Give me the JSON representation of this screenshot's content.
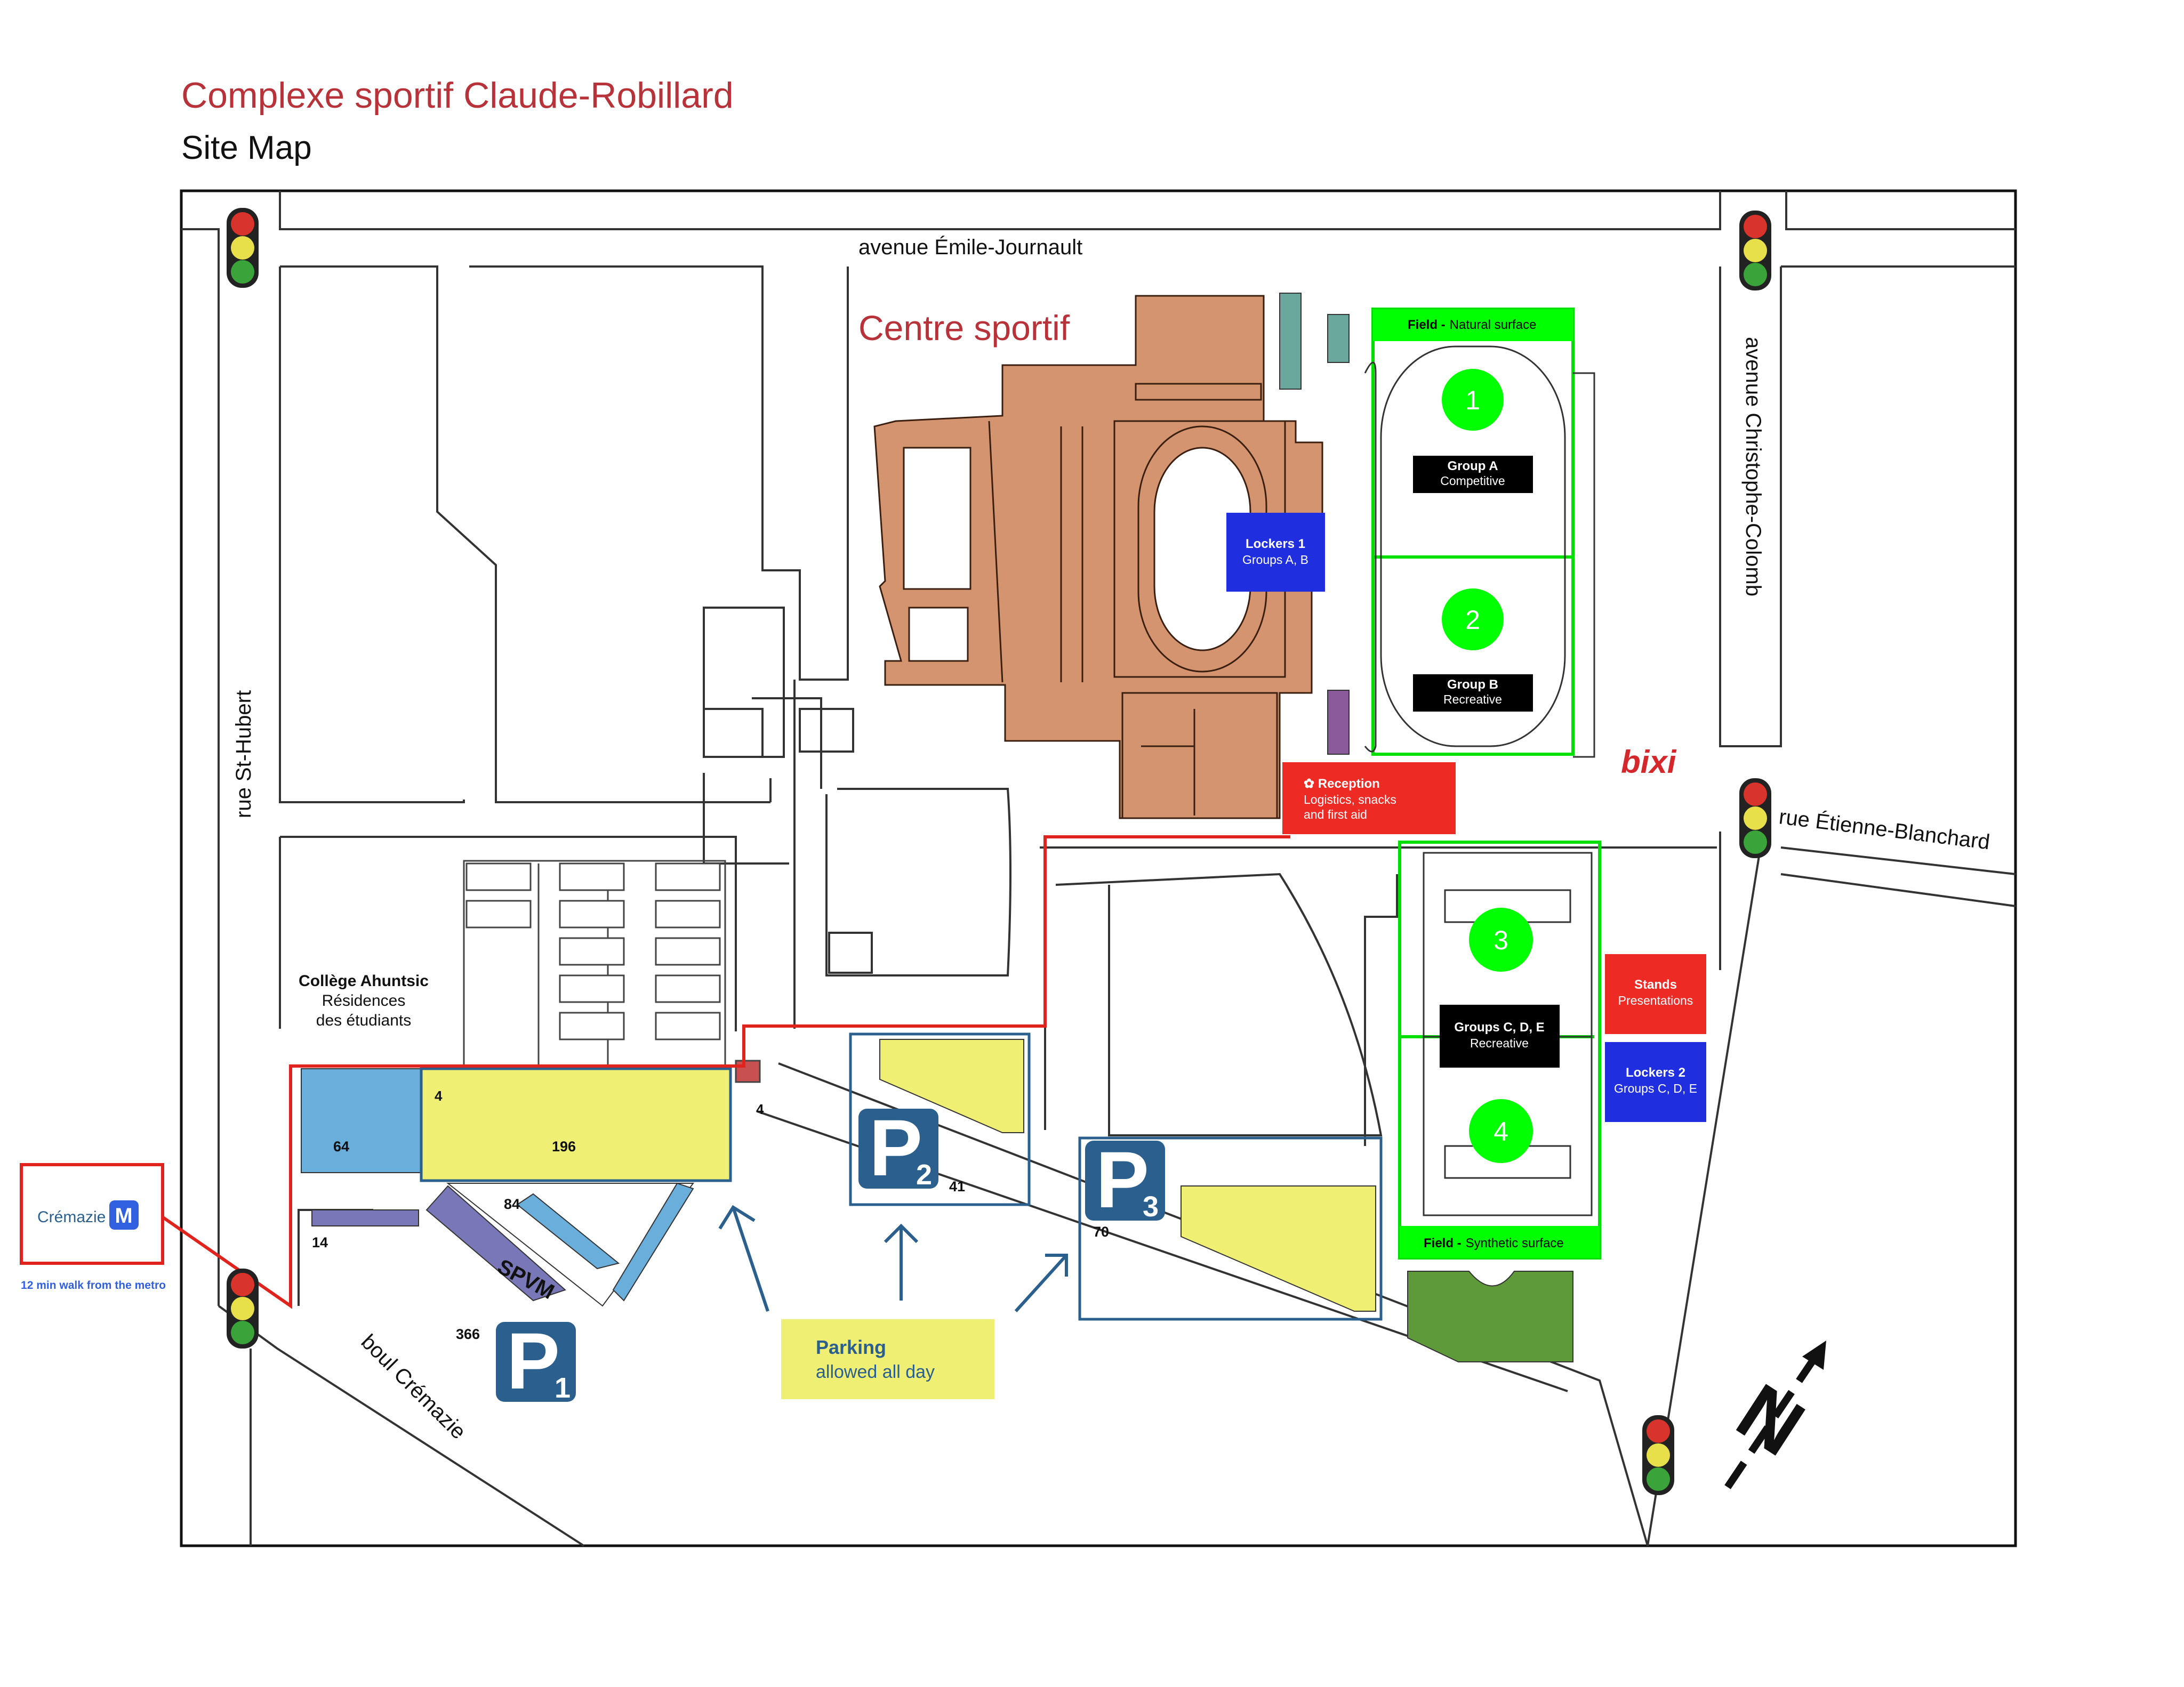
{
  "header": {
    "title": "Complexe sportif Claude-Robillard",
    "subtitle": "Site Map"
  },
  "streets": {
    "north": "avenue Émile-Journault",
    "east": "avenue Christophe-Colomb",
    "west": "rue St-Hubert",
    "south": "boul Crémazie",
    "etienne": "rue Étienne-Blanchard"
  },
  "buildings": {
    "centre_sportif": "Centre sportif",
    "college_name": "Collège Ahuntsic",
    "college_line2": "Résidences",
    "college_line3": "des étudiants",
    "spvm": "SPVM"
  },
  "fields": {
    "natural_bold": "Field -",
    "natural_rest": "Natural surface",
    "synthetic_bold": "Field -",
    "synthetic_rest": "Synthetic surface",
    "numbers": [
      "1",
      "2",
      "3",
      "4"
    ]
  },
  "groups": {
    "a_title": "Group A",
    "a_sub": "Competitive",
    "b_title": "Group B",
    "b_sub": "Recreative",
    "cde_title": "Groups C, D, E",
    "cde_sub": "Recreative"
  },
  "facilities": {
    "lockers1_title": "Lockers 1",
    "lockers1_sub": "Groups A, B",
    "lockers2_title": "Lockers 2",
    "lockers2_sub": "Groups C, D, E",
    "stands_title": "Stands",
    "stands_sub": "Presentations",
    "reception_title": "✿ Reception",
    "reception_line2": "Logistics, snacks",
    "reception_line3": "and first aid",
    "bixi": "bixi"
  },
  "parking": {
    "p1_letter": "P",
    "p1_number": "1",
    "p2_letter": "P",
    "p2_number": "2",
    "p3_letter": "P",
    "p3_number": "3",
    "count_366": "366",
    "count_64": "64",
    "count_196": "196",
    "count_84": "84",
    "count_14": "14",
    "count_4a": "4",
    "count_4b": "4",
    "count_41": "41",
    "count_70": "70",
    "legend_title": "Parking",
    "legend_sub": "allowed all day"
  },
  "metro": {
    "station": "Crémazie",
    "badge": "M",
    "walk": "12 min walk from the metro"
  },
  "compass": {
    "letter": "N"
  },
  "colors": {
    "title_red": "#b8323a",
    "building": "#d59470",
    "field_green": "#00ff00",
    "lockers_blue": "#1f2fe0",
    "stands_red": "#ee2a24",
    "parking_yellow": "#efef74",
    "parking_blue_sign": "#2a5f8e",
    "route_red": "#e0231c",
    "blue_lot": "#6aaedc",
    "purple_lot": "#7878b8",
    "green_lot": "#5f9a3a"
  }
}
